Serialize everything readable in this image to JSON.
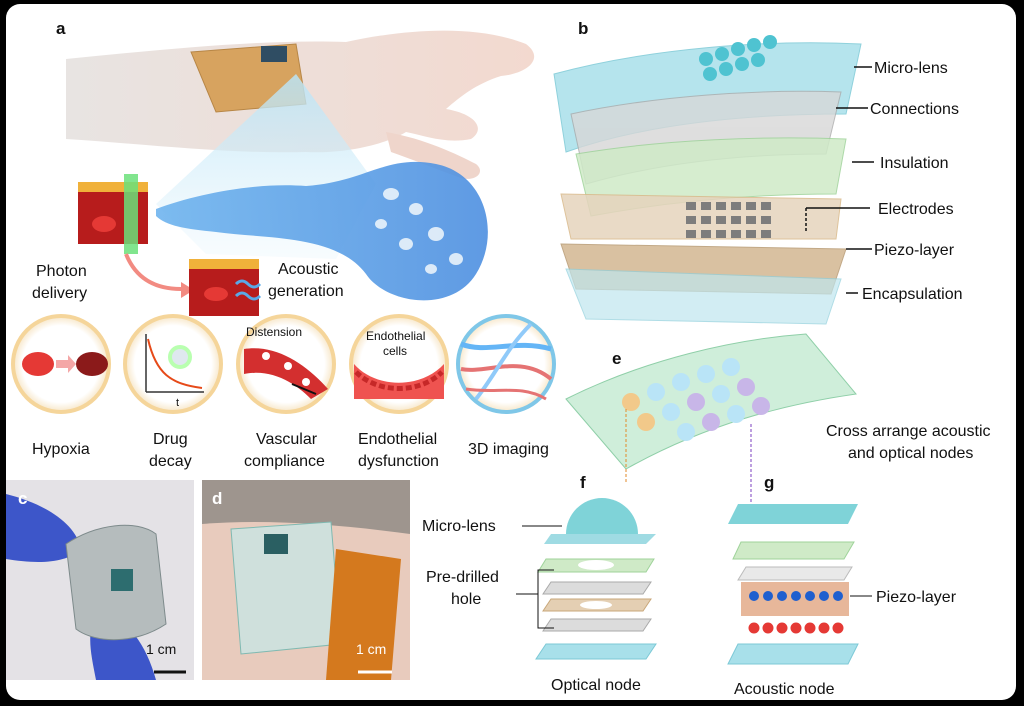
{
  "panels": {
    "a": "a",
    "b": "b",
    "c": "c",
    "d": "d",
    "e": "e",
    "f": "f",
    "g": "g"
  },
  "panel_a": {
    "photon_delivery": [
      "Photon",
      "delivery"
    ],
    "acoustic_generation": [
      "Acoustic",
      "generation"
    ],
    "distension": "Distension",
    "endothelial_cells": [
      "Endothelial",
      "cells"
    ],
    "drug_decay_axis_t": "t",
    "applications": [
      {
        "lines": [
          "Hypoxia"
        ]
      },
      {
        "lines": [
          "Drug",
          "decay"
        ]
      },
      {
        "lines": [
          "Vascular",
          "compliance"
        ]
      },
      {
        "lines": [
          "Endothelial",
          "dysfunction"
        ]
      },
      {
        "lines": [
          "3D imaging"
        ]
      }
    ]
  },
  "panel_b": {
    "layers": [
      "Micro-lens",
      "Connections",
      "Insulation",
      "Electrodes",
      "Piezo-layer",
      "Encapsulation"
    ]
  },
  "panel_c": {
    "scale": "1 cm"
  },
  "panel_d": {
    "scale": "1 cm"
  },
  "panel_e": {
    "caption": [
      "Cross arrange acoustic",
      "and optical nodes"
    ]
  },
  "panel_f": {
    "micro_lens": "Micro-lens",
    "hole": [
      "Pre-drilled",
      "hole"
    ],
    "caption": "Optical node"
  },
  "panel_g": {
    "piezo": "Piezo-layer",
    "caption": "Acoustic node"
  },
  "colors": {
    "blue": "#5aa8e6",
    "teal": "#7fd3d8",
    "red": "#d32f2f",
    "green": "#9fd39a",
    "tan": "#d9b98a",
    "orange_ring": "#f2c98a"
  }
}
